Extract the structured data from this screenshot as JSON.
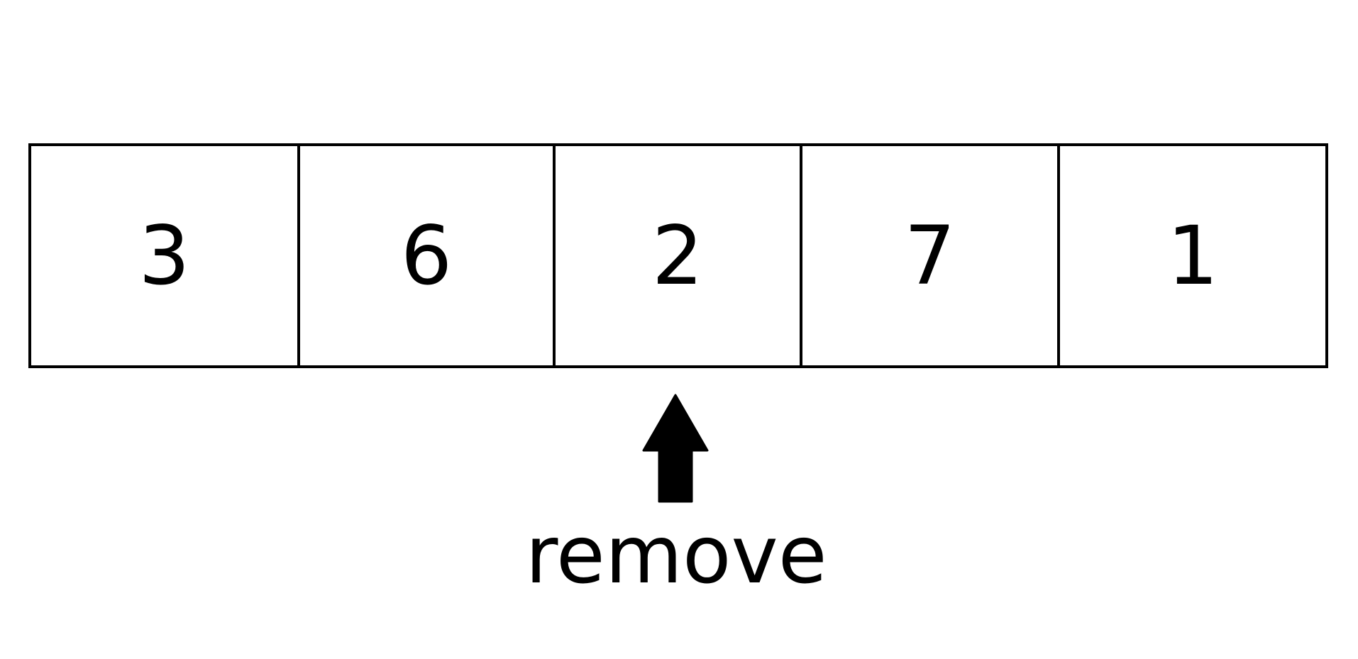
{
  "array": {
    "cells": [
      {
        "value": "3"
      },
      {
        "value": "6"
      },
      {
        "value": "2"
      },
      {
        "value": "7"
      },
      {
        "value": "1"
      }
    ]
  },
  "pointer": {
    "icon": "up-arrow-icon",
    "target_index": 2,
    "label": "remove",
    "color": "#000000"
  }
}
